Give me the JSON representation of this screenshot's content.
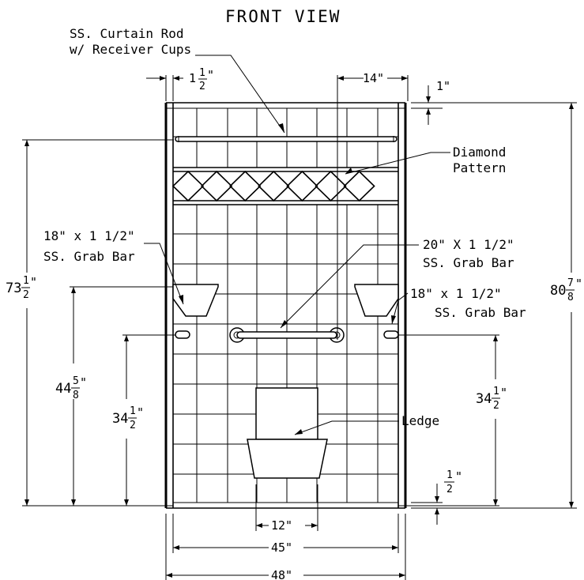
{
  "title": "FRONT VIEW",
  "labels": {
    "curtain_rod_1": "SS. Curtain Rod",
    "curtain_rod_2": "w/ Receiver Cups",
    "diamond_1": "Diamond",
    "diamond_2": "Pattern",
    "grab_left_1": "18\" x 1 1/2\"",
    "grab_left_2": "SS. Grab Bar",
    "grab_center_1": "20\" X 1 1/2\"",
    "grab_center_2": "SS. Grab Bar",
    "grab_right_1": "18\" x 1 1/2\"",
    "grab_right_2": "SS. Grab Bar",
    "ledge": "Ledge"
  },
  "dimensions": {
    "rod_offset": {
      "whole": "1",
      "num": "1",
      "den": "2",
      "unit": "\""
    },
    "right_offset": "14\"",
    "top_gap": "1\"",
    "rod_height": {
      "whole": "73",
      "num": "1",
      "den": "2",
      "unit": "\""
    },
    "shelf_height": {
      "whole": "44",
      "num": "5",
      "den": "8",
      "unit": "\""
    },
    "bar_height_left": {
      "whole": "34",
      "num": "1",
      "den": "2",
      "unit": "\""
    },
    "bar_height_right": {
      "whole": "34",
      "num": "1",
      "den": "2",
      "unit": "\""
    },
    "overall_height": {
      "whole": "80",
      "num": "7",
      "den": "8",
      "unit": "\""
    },
    "bottom_gap": {
      "num": "1",
      "den": "2",
      "unit": "\""
    },
    "ledge_width": "12\"",
    "inner_width": "45\"",
    "outer_width": "48\""
  }
}
